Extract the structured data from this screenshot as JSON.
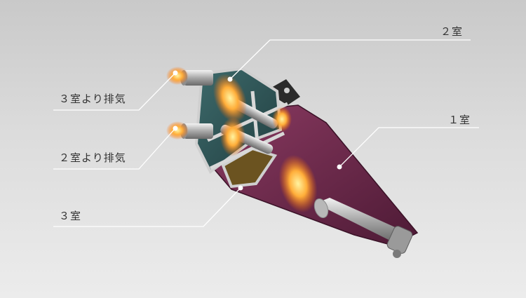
{
  "labels": {
    "room2": "２室",
    "room1": "１室",
    "exhaust_from_room3": "３室より排気",
    "exhaust_from_room2": "２室より排気",
    "room3": "３室"
  },
  "colors": {
    "background": "#d6d6d6",
    "room1_shell": "#6e2a4c",
    "room2_shell": "#2f5457",
    "room3_fill": "#6b5320",
    "pipe": "#c8c8c8",
    "flame": "#ff8c1a",
    "leader_line": "#ffffff"
  }
}
